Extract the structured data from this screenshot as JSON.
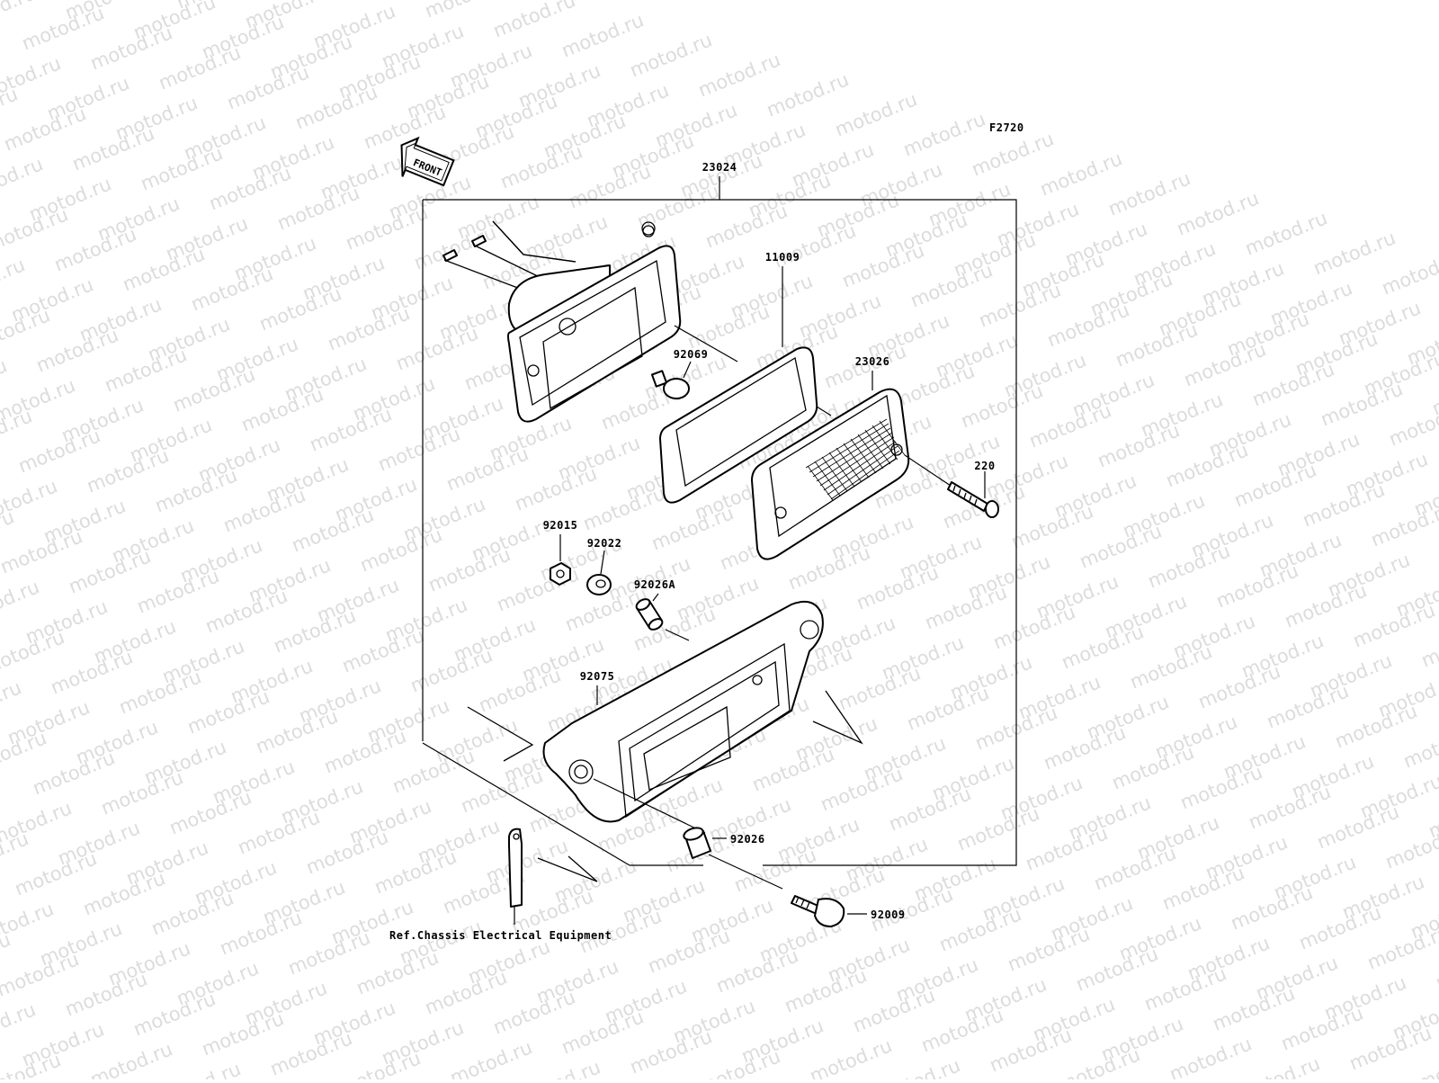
{
  "watermark": {
    "text": "motod.ru"
  },
  "figure_code": "F2720",
  "front_tag": "FRONT",
  "reference_note": "Ref.Chassis Electrical Equipment",
  "parts": {
    "p23024": "23024",
    "p11009": "11009",
    "p92069": "92069",
    "p23026": "23026",
    "p220": "220",
    "p92015": "92015",
    "p92022": "92022",
    "p92026A": "92026A",
    "p92075": "92075",
    "p92026": "92026",
    "p92009": "92009"
  }
}
